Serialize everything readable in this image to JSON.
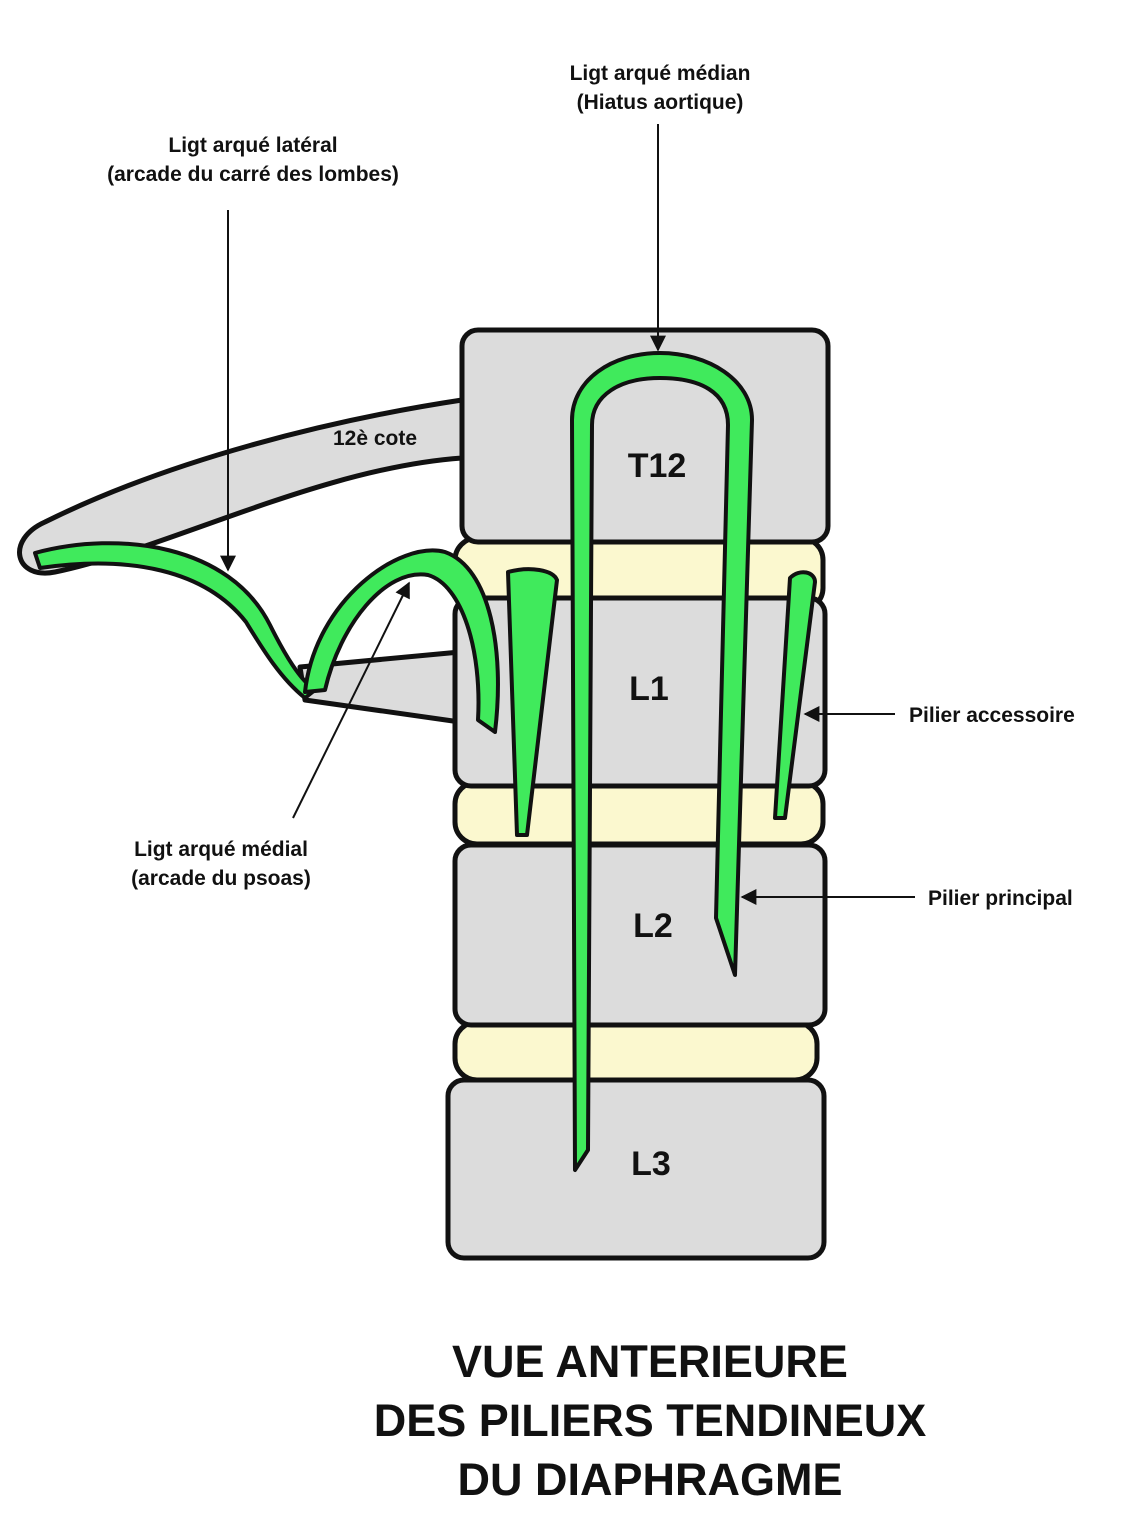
{
  "colors": {
    "bone": "#dcdcdc",
    "disc": "#fbf8cf",
    "ligament": "#40ea5c",
    "outline": "#111111"
  },
  "vertebrae": {
    "t12": "T12",
    "l1": "L1",
    "l2": "L2",
    "l3": "L3"
  },
  "rib": {
    "label": "12è cote"
  },
  "labels": {
    "median_arcuate": {
      "line1": "Ligt arqué médian",
      "line2": "(Hiatus aortique)"
    },
    "lateral_arcuate": {
      "line1": "Ligt arqué latéral",
      "line2": "(arcade du carré des lombes)"
    },
    "medial_arcuate": {
      "line1": "Ligt arqué médial",
      "line2": "(arcade du psoas)"
    },
    "accessory_crus": "Pilier accessoire",
    "main_crus": "Pilier principal"
  },
  "title": {
    "line1": "VUE ANTERIEURE",
    "line2": "DES PILIERS TENDINEUX",
    "line3": "DU DIAPHRAGME"
  }
}
